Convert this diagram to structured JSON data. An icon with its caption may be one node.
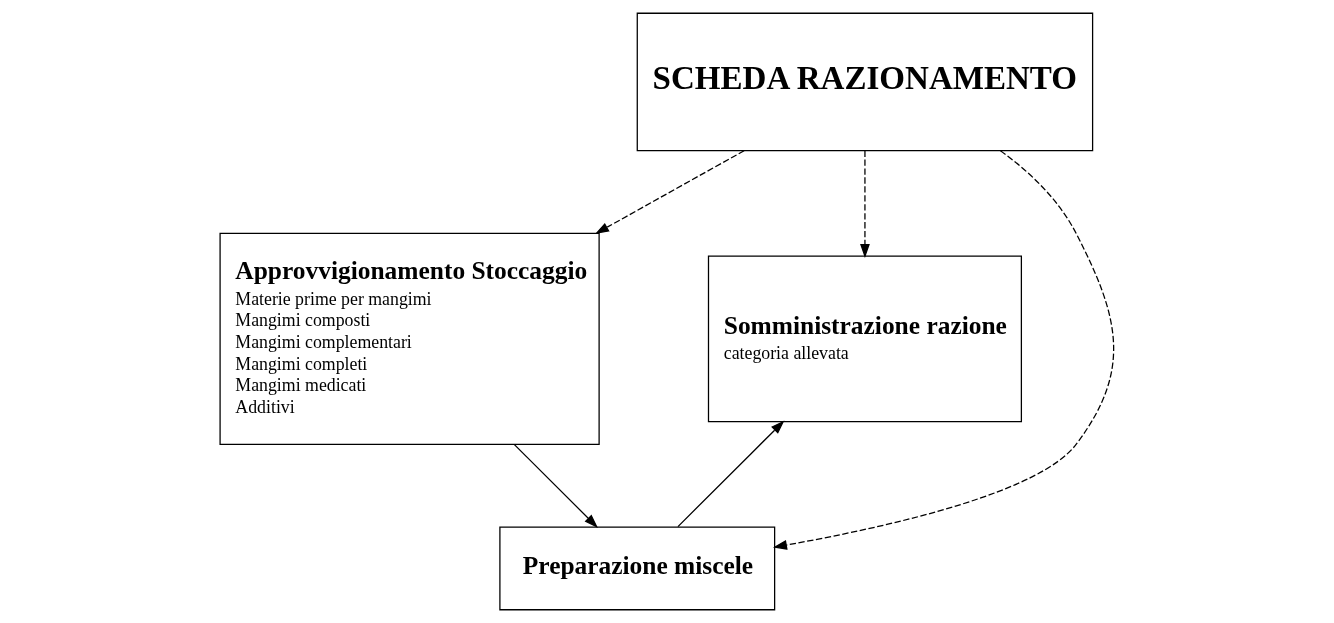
{
  "diagram": {
    "nodes": [
      {
        "text": [
          "SCHEDA RAZIONAMENTO"
        ]
      },
      {
        "text": [
          "Approvvigionamento Stoccaggio",
          "Materie prime per mangimi",
          "Mangimi composti",
          "Mangimi complementari",
          "Mangimi completi",
          "Mangimi medicati",
          "Additivi"
        ]
      },
      {
        "text": [
          "Somministrazione razione",
          "categoria allevata"
        ]
      },
      {
        "text": [
          "Preparazione miscele"
        ]
      }
    ],
    "edges": [
      {
        "from": 0,
        "to": 1,
        "arrow": "to",
        "style": "dashed"
      },
      {
        "from": 0,
        "to": 3,
        "arrow": "to",
        "style": "dashed"
      },
      {
        "from": 0,
        "to": 2,
        "arrow": "to",
        "style": "dashed"
      },
      {
        "from": 1,
        "to": 3,
        "arrow": "to"
      },
      {
        "from": 3,
        "to": 2,
        "arrow": "to"
      }
    ]
  }
}
